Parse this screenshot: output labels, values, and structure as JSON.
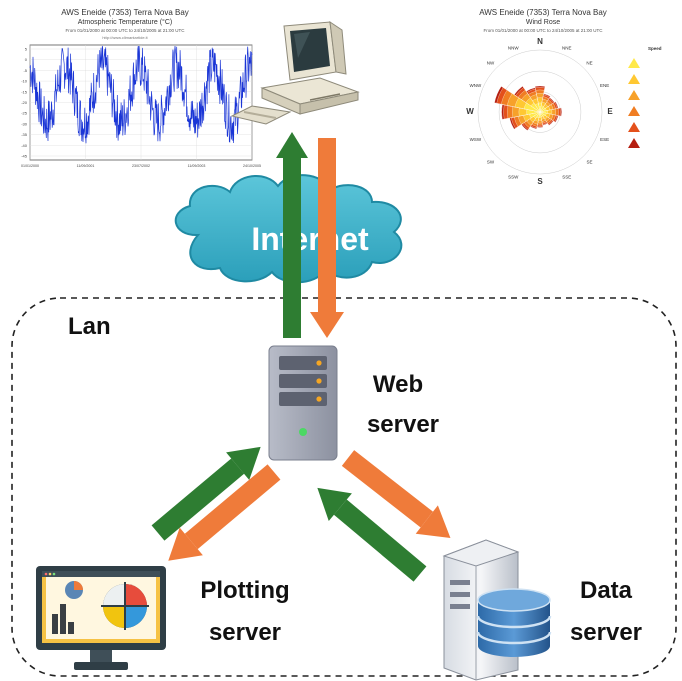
{
  "labels": {
    "internet": "Internet",
    "lan": "Lan",
    "web_server": [
      "Web",
      "server"
    ],
    "plotting_server": [
      "Plotting",
      "server"
    ],
    "data_server": [
      "Data",
      "server"
    ]
  },
  "temperature_chart": {
    "title": "AWS Eneide (7353) Terra Nova Bay",
    "subtitle": "Atmospheric Temperature (°C)",
    "period": "From 01/01/2000 at 00:00 UTC to 24/10/2005 at 21:00 UTC",
    "url": "http://www.climantartide.it",
    "y_ticks": [
      "5",
      "0",
      "-5",
      "-10",
      "-15",
      "-20",
      "-25",
      "-30",
      "-35",
      "-40",
      "-45"
    ],
    "x_ticks": [
      "01/01/2000",
      "11/09/2001",
      "23/07/2002",
      "11/09/2003",
      "24/10/2005"
    ],
    "series_color": "#1a35d6"
  },
  "wind_rose": {
    "title": "AWS Eneide (7353) Terra Nova Bay",
    "subtitle": "Wind Rose",
    "period": "From 01/01/2000 at 00:00 UTC to 24/10/2005 at 21:00 UTC",
    "directions": [
      "N",
      "NNE",
      "NE",
      "ENE",
      "E",
      "ESE",
      "SE",
      "SSE",
      "S",
      "SSW",
      "SW",
      "WSW",
      "W",
      "WNW",
      "NW",
      "NNW"
    ],
    "legend_title": "Speed",
    "legend_colors": [
      "#ffe94a",
      "#ffc832",
      "#f7a12a",
      "#f07d22",
      "#e4501b",
      "#b51e10"
    ]
  },
  "colors": {
    "request_arrow": "#2e7d32",
    "response_arrow": "#ef7b3a",
    "cloud": "#3bb1c9",
    "cloud_text": "#ffffff",
    "server_body": "#9ea3b2"
  }
}
